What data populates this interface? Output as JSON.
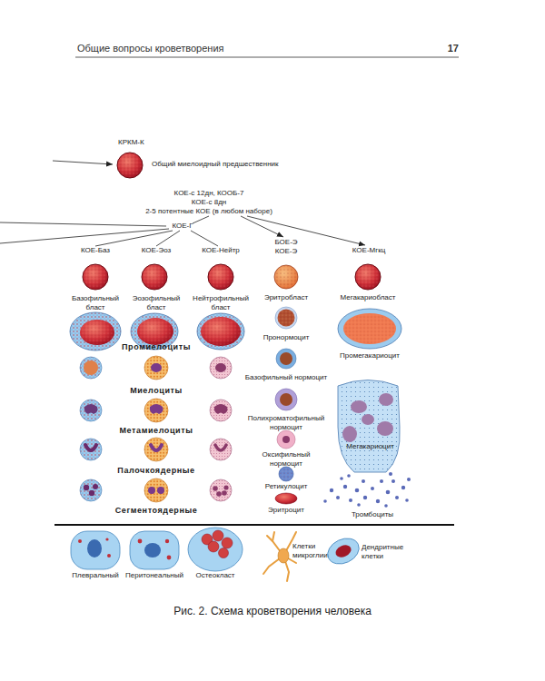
{
  "diagram": {
    "caption": "Рис. 2. Схема кроветворения человека",
    "nodes": [
      {
        "text": [
          "КРКМ-К",
          "Общий миелоидный предшественник"
        ]
      },
      {
        "text": [
          "Базофильный бласт"
        ]
      },
      {
        "text": [
          "Эозофильный бласт"
        ]
      },
      {
        "text": [
          "Нейтрофильный бласт"
        ]
      },
      {
        "text": [
          "Эритробласт"
        ]
      },
      {
        "text": [
          "Мегакариобласт"
        ]
      },
      {
        "text": [
          "Пронормоцит"
        ]
      },
      {
        "text": [
          "Промегакариоцит"
        ]
      },
      {
        "text": [
          "Базофильный нормоцит"
        ]
      },
      {
        "text": [
          "Полихроматофильный нормоцит"
        ]
      },
      {
        "text": [
          "Оксифильный нормоцит"
        ]
      },
      {
        "text": [
          "Мегакариоцит"
        ]
      },
      {
        "text": [
          "Ретикулоцит"
        ]
      },
      {
        "text": [
          "Эритроцит"
        ]
      },
      {
        "text": [
          "Тромбоциты"
        ]
      },
      {
        "text": [
          "Плевральный"
        ]
      },
      {
        "text": [
          "Перитонеальный"
        ]
      },
      {
        "text": [
          "Остеокласт"
        ]
      },
      {
        "text": [
          "Клетки микроглии"
        ]
      },
      {
        "text": [
          "Дендритные клетки"
        ]
      }
    ],
    "labels": [
      "Общие вопросы кроветворения",
      "17",
      "КОЕ-с 12дн, КООБ-7",
      "КОЕ-с 8дн",
      "2-5 потентные КОЕ (в любом наборе)",
      "КОЕ-Г",
      "КОЕ-Баз",
      "КОЕ-Эоз",
      "КОЕ-Нейтр",
      "БОЕ-Э",
      "КОЕ-Э",
      "КОЕ-Мгкц",
      "Промиелоциты",
      "Миелоциты",
      "Метамиелоциты",
      "Палочкоядерные",
      "Сегментоядерные"
    ]
  }
}
